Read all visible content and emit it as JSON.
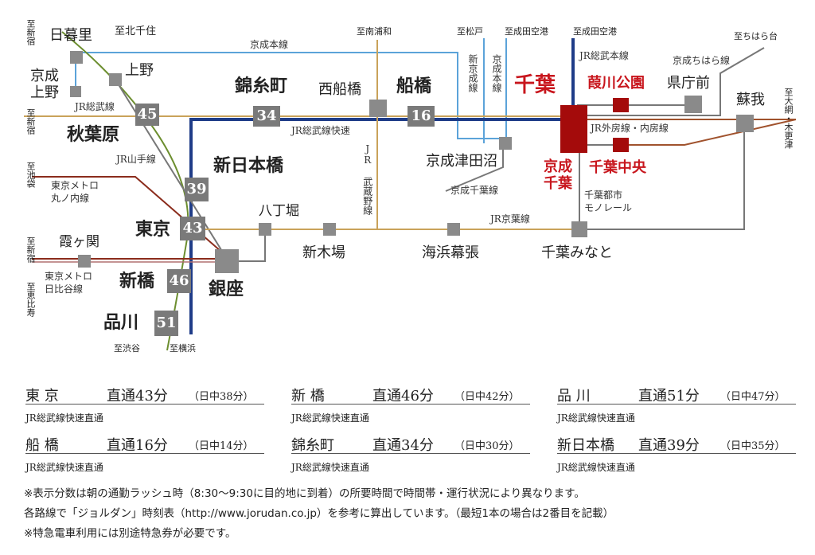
{
  "stations": {
    "nippori": "日暮里",
    "ueno": "上野",
    "keisei_ueno": "京成\n上野",
    "akihabara": "秋葉原",
    "kinshicho": "錦糸町",
    "nishifunabashi": "西船橋",
    "funabashi": "船橋",
    "chiba": "千葉",
    "sakuragawa_koen": "葭川公園",
    "kenchomae": "県庁前",
    "soga": "蘇我",
    "keisei_tsudanuma": "京成津田沼",
    "keisei_chiba": "京成\n千葉",
    "chiba_chuo": "千葉中央",
    "shin_nihonbashi": "新日本橋",
    "hatchobori": "八丁堀",
    "tokyo": "東京",
    "kasumigaseki": "霞ヶ関",
    "shinkiba": "新木場",
    "kaihin_makuhari": "海浜幕張",
    "chiba_minato": "千葉みなと",
    "ginza": "銀座",
    "shimbashi": "新橋",
    "shinagawa": "品川"
  },
  "badges": {
    "akihabara": "45",
    "kinshicho": "34",
    "funabashi": "16",
    "shin_nihonbashi": "39",
    "tokyo": "43",
    "shimbashi": "46",
    "shinagawa": "51"
  },
  "lines": {
    "keisei_honsen": "京成本線",
    "jr_sobu": "JR総武線",
    "jr_sobu_rapid": "JR総武線快速",
    "jr_yamanote": "JR山手線",
    "metro_marunouchi": "東京メトロ\n丸ノ内線",
    "metro_hibiya": "東京メトロ\n日比谷線",
    "jr_musashino": "JR\n武蔵野線",
    "shin_keisei": "新京成線",
    "keisei_honsen_v": "京成本線",
    "jr_sobu_main": "JR総武本線",
    "keisei_chihara": "京成ちはら線",
    "jr_sotobo": "JR外房線・内房線",
    "keisei_chiba_line": "京成千葉線",
    "chiba_monorail": "千葉都市\nモノレール",
    "jr_keiyo": "JR京葉線"
  },
  "directions": {
    "to_shinjuku_1": "至新宿",
    "to_kitasenju": "至北千住",
    "to_minamiurawa": "至南浦和",
    "to_matsudo": "至松戸",
    "to_narita_1": "至成田空港",
    "to_narita_2": "至成田空港",
    "to_chiharadai": "至ちはら台",
    "to_shinjuku_2": "至新宿",
    "to_ikebukuro": "至池袋",
    "to_oami_kisarazu": "至大網・木更津",
    "to_shinjuku_3": "至新宿",
    "to_ebisu": "至恵比寿",
    "to_shibuya": "至渋谷",
    "to_yokohama": "至横浜"
  },
  "colors": {
    "sobu_rapid": "#1f3c88",
    "yamanote": "#6c8e2f",
    "keisei": "#5ba3d9",
    "keiyo_ochre": "#c9a25a",
    "marunouchi": "#8b2c1c",
    "gray_line": "#777777",
    "sotobo": "#a0522d",
    "hibiya": "#b07070",
    "keisei_red": "#a40b0b"
  },
  "times": [
    {
      "name": "東 京",
      "direct": "直通43分",
      "day": "（日中38分）",
      "sub": "JR総武線快速直通"
    },
    {
      "name": "新 橋",
      "direct": "直通46分",
      "day": "（日中42分）",
      "sub": "JR総武線快速直通"
    },
    {
      "name": "品 川",
      "direct": "直通51分",
      "day": "（日中47分）",
      "sub": "JR総武線快速直通"
    },
    {
      "name": "船 橋",
      "direct": "直通16分",
      "day": "（日中14分）",
      "sub": "JR総武線快速直通"
    },
    {
      "name": "錦糸町",
      "direct": "直通34分",
      "day": "（日中30分）",
      "sub": "JR総武線快速直通"
    },
    {
      "name": "新日本橋",
      "direct": "直通39分",
      "day": "（日中35分）",
      "sub": "JR総武線快速直通"
    }
  ],
  "notes": [
    "※表示分数は朝の通勤ラッシュ時（8:30〜9:30に目的地に到着）の所要時間で時間帯・運行状況により異なります。",
    "各路線で「ジョルダン」時刻表（http://www.jorudan.co.jp）を参考に算出しています。（最短1本の場合は2番目を記載）",
    "※特急電車利用には別途特急券が必要です。"
  ]
}
